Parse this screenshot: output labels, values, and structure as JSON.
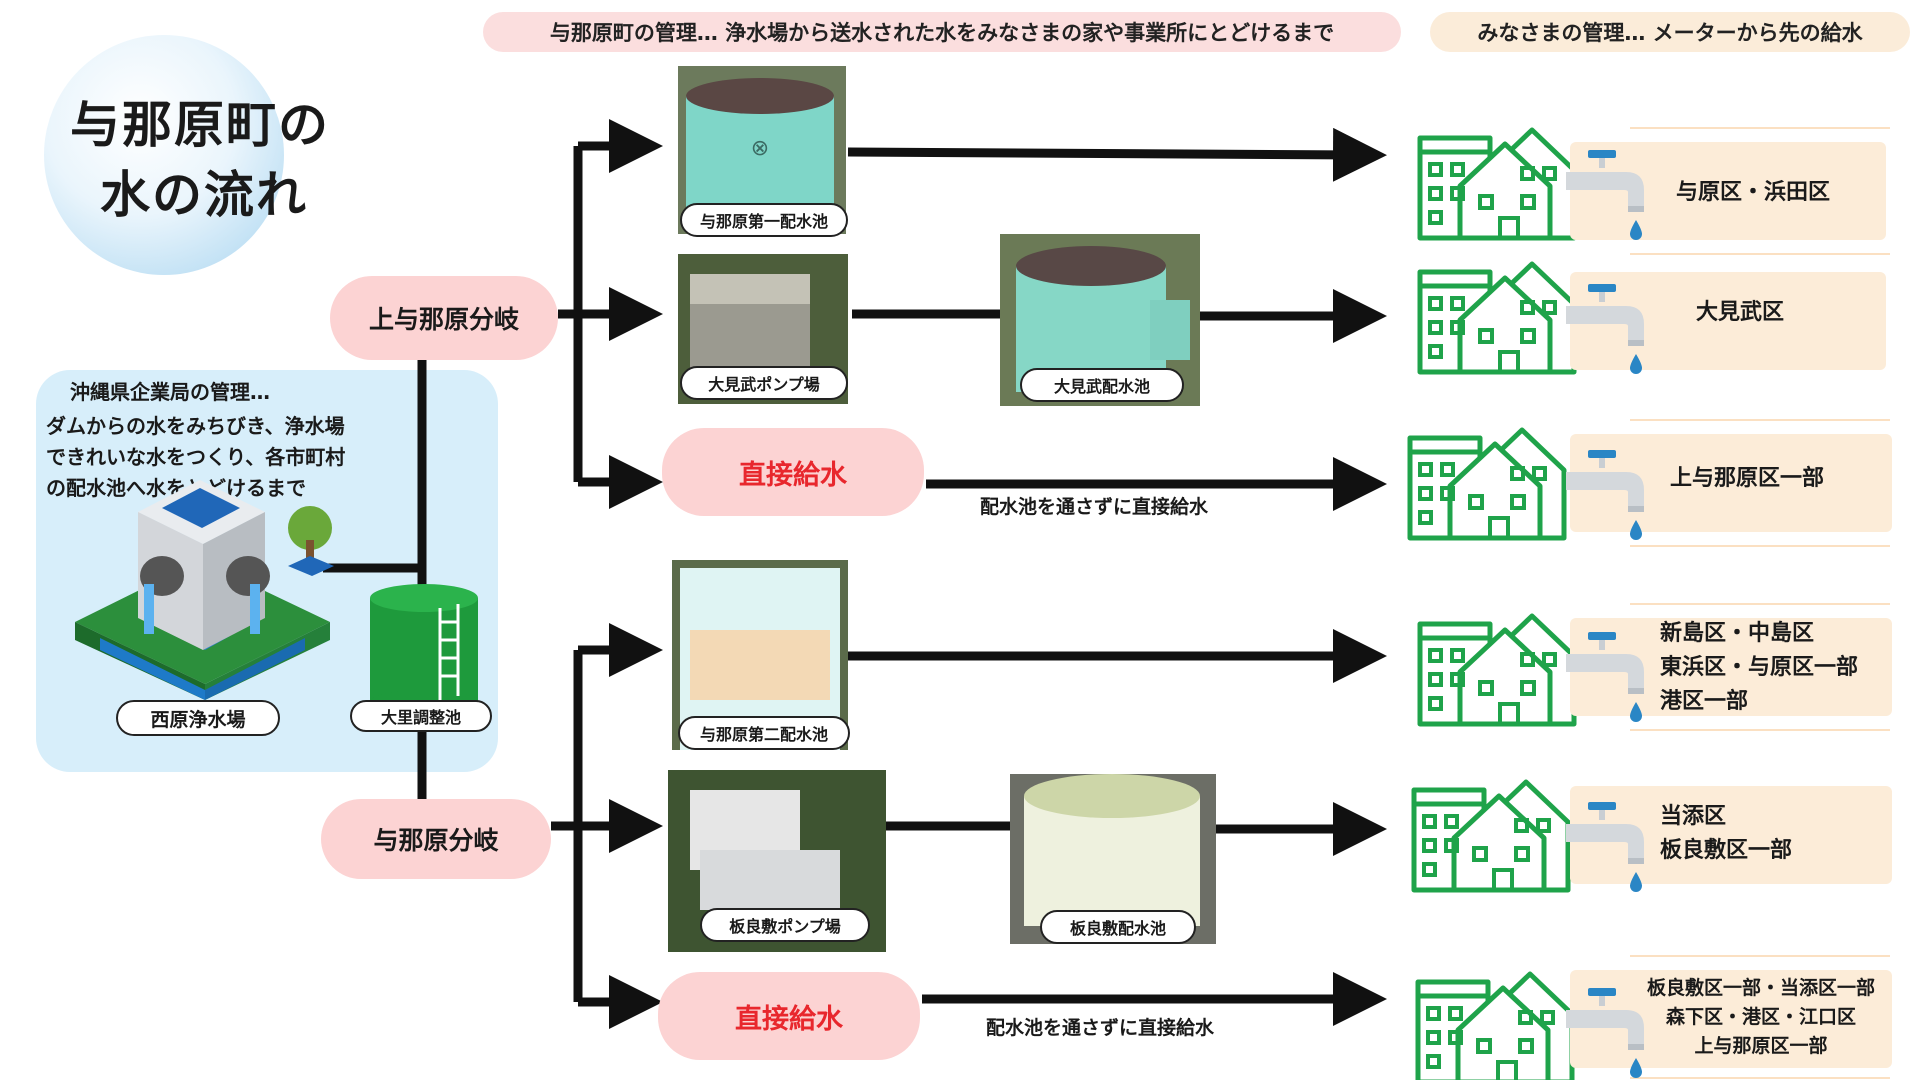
{
  "header": {
    "town_management": "与那原町の管理… 浄水場から送水された水をみなさまの家や事業所にとどけるまで",
    "customer_management": "みなさまの管理… メーターから先の給水"
  },
  "title": {
    "line1": "与那原町の",
    "line2": "水の流れ"
  },
  "enterprise": {
    "heading": "沖縄県企業局の管理…",
    "line1": "ダムからの水をみちびき、浄水場",
    "line2": "できれいな水をつくり、各市町村",
    "line3": "の配水池へ水をとどけるまで",
    "plant_label": "西原浄水場",
    "tank_label": "大里調整池"
  },
  "branches": {
    "upper": "上与那原分岐",
    "lower": "与那原分岐"
  },
  "direct": {
    "label": "直接給水",
    "note": "配水池を通さずに直接給水"
  },
  "facilities": {
    "yonabaru_1": "与那原第一配水池",
    "omitake_pump": "大見武ポンプ場",
    "omitake_reservoir": "大見武配水池",
    "yonabaru_2": "与那原第二配水池",
    "itarashiki_pump": "板良敷ポンプ場",
    "itarashiki_reservoir": "板良敷配水池"
  },
  "districts": {
    "d1": "与原区・浜田区",
    "d2": "大見武区",
    "d3": "上与那原区一部",
    "d4": [
      "新島区・中島区",
      "東浜区・与原区一部",
      "港区一部"
    ],
    "d5": [
      "当添区",
      "板良敷区一部"
    ],
    "d6": [
      "板良敷区一部・当添区一部",
      "森下区・港区・江口区",
      "上与那原区一部"
    ]
  },
  "colors": {
    "pipe": "#111111",
    "branch_pill": "#fcd3d3",
    "direct_text": "#e8272d",
    "house": "#1fa34a",
    "district_box": "#fcecd8",
    "enterprise_panel": "#d7eefa",
    "tap_handle": "#2a86c5"
  },
  "icons": [
    "house-icon",
    "faucet-icon",
    "water-drop-icon",
    "water-tank-icon",
    "purification-plant-icon",
    "tree-icon"
  ]
}
